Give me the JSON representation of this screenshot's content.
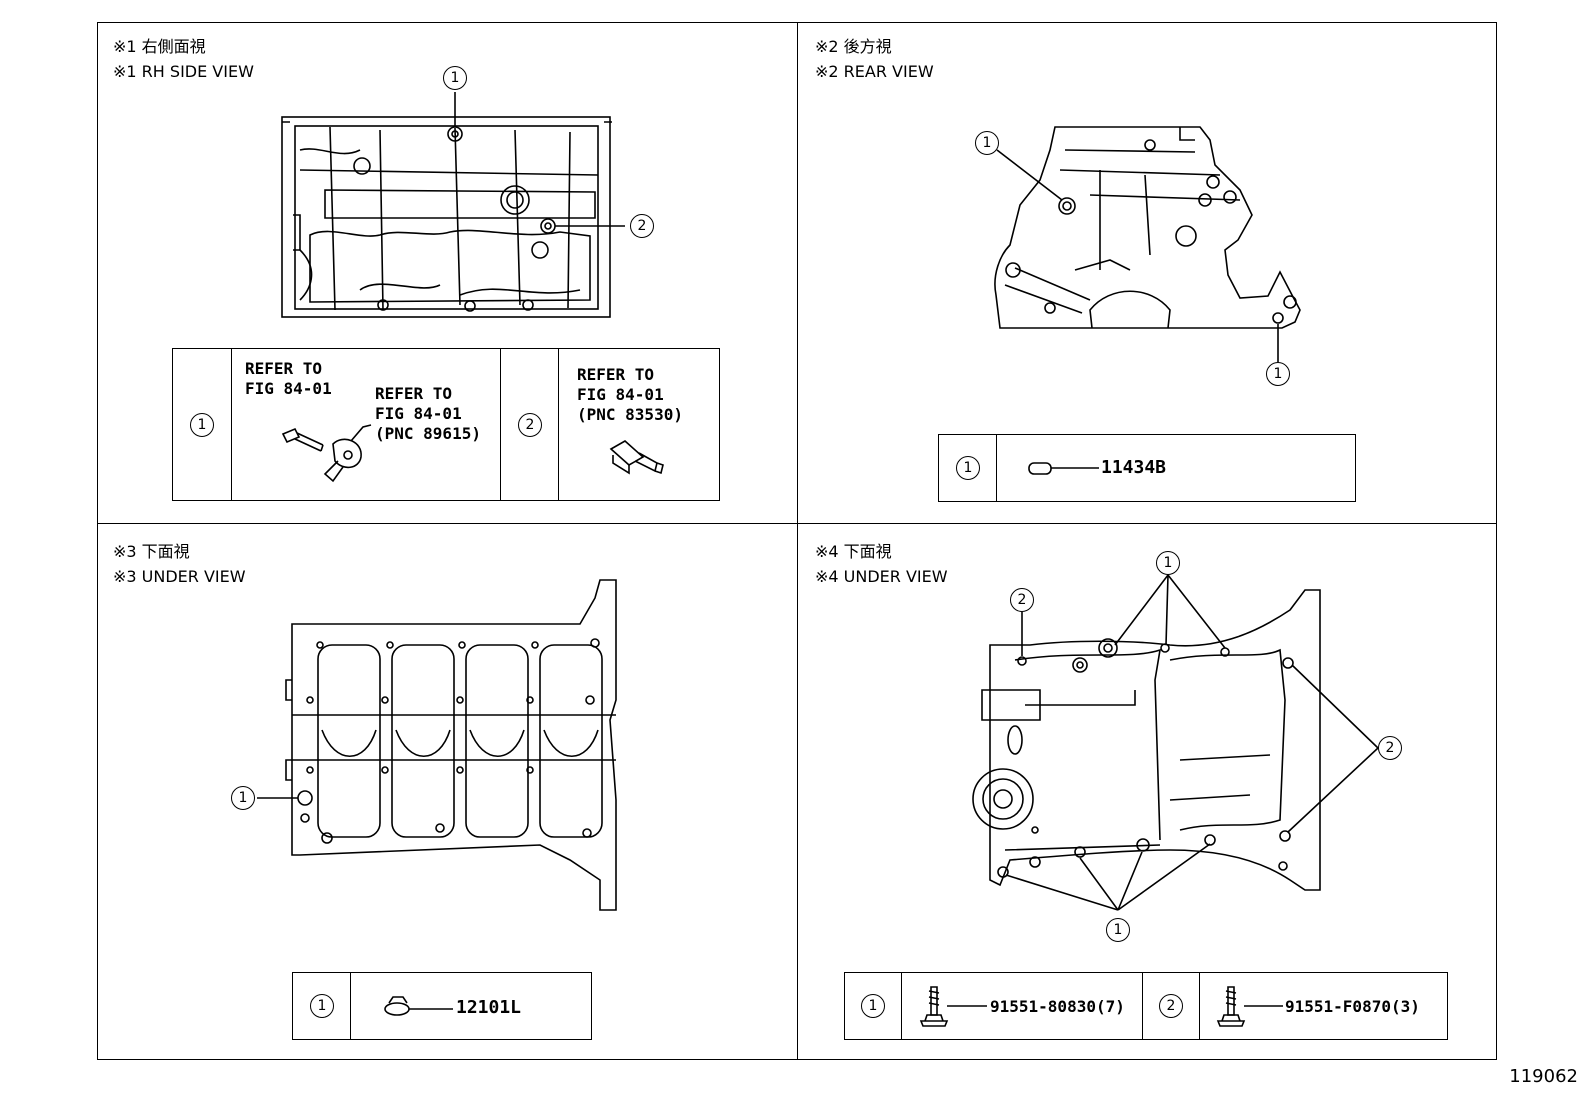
{
  "figure_number": "119062",
  "panels": {
    "rh_side": {
      "title_jp": "※1 右側面視",
      "title_en": "※1 RH SIDE VIEW",
      "callout_1": "1",
      "callout_2": "2",
      "table": {
        "item1_num": "1",
        "item1_ref_a": "REFER TO\nFIG 84-01",
        "item1_ref_b": "REFER TO\nFIG 84-01\n(PNC 89615)",
        "item2_num": "2",
        "item2_ref": "REFER TO\nFIG 84-01\n(PNC 83530)"
      }
    },
    "rear": {
      "title_jp": "※2 後方視",
      "title_en": "※2 REAR VIEW",
      "callout_1a": "1",
      "callout_1b": "1",
      "table": {
        "item1_num": "1",
        "item1_part": "11434B"
      }
    },
    "under3": {
      "title_jp": "※3 下面視",
      "title_en": "※3 UNDER VIEW",
      "callout_1": "1",
      "table": {
        "item1_num": "1",
        "item1_part": "12101L"
      }
    },
    "under4": {
      "title_jp": "※4 下面視",
      "title_en": "※4 UNDER VIEW",
      "callout_1_top": "1",
      "callout_1_bottom": "1",
      "callout_2_left": "2",
      "callout_2_right": "2",
      "table": {
        "item1_num": "1",
        "item1_part": "91551-80830(7)",
        "item2_num": "2",
        "item2_part": "91551-F0870(3)"
      }
    }
  }
}
